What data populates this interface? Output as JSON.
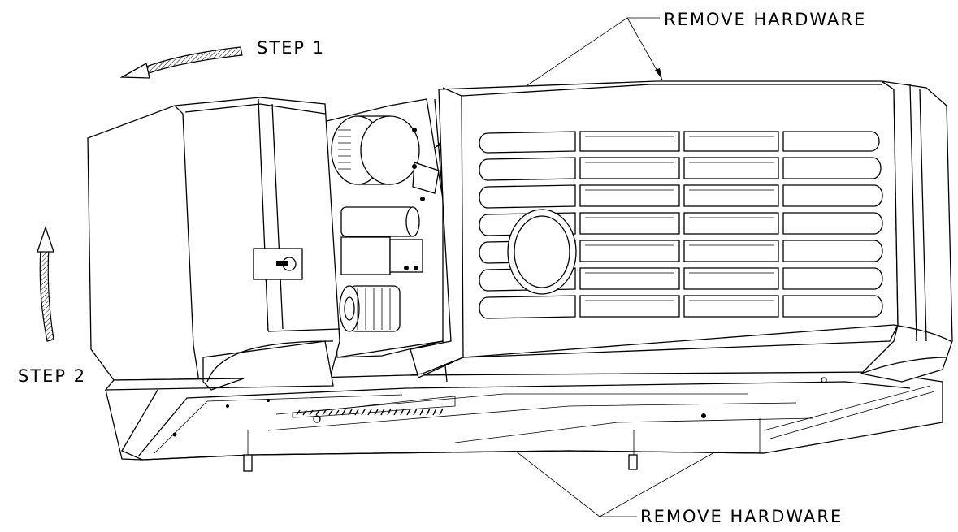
{
  "labels": {
    "remove_hardware_top": "REMOVE HARDWARE",
    "step_1": "STEP 1",
    "step_2": "STEP 2",
    "remove_hardware_bottom": "REMOVE HARDWARE"
  }
}
